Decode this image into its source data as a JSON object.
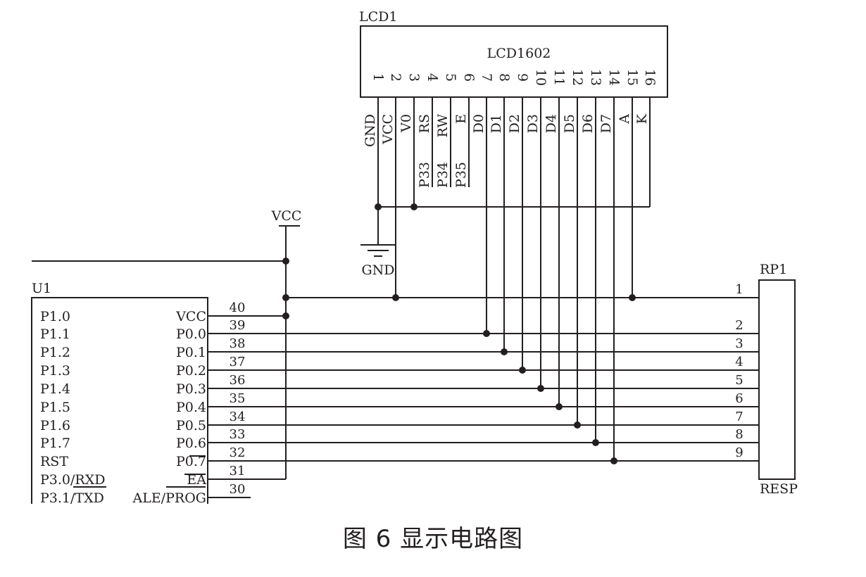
{
  "lcd": {
    "ref": "LCD1",
    "model": "LCD1602",
    "pin_numbers": [
      "1",
      "2",
      "3",
      "4",
      "5",
      "6",
      "7",
      "8",
      "9",
      "10",
      "11",
      "12",
      "13",
      "14",
      "15",
      "16"
    ],
    "pin_names": [
      "GND",
      "VCC",
      "V0",
      "RS",
      "RW",
      "E",
      "D0",
      "D1",
      "D2",
      "D3",
      "D4",
      "D5",
      "D6",
      "D7",
      "A",
      "K"
    ],
    "ctrl_labels": [
      "P33",
      "P34",
      "P35"
    ]
  },
  "power": {
    "vcc": "VCC",
    "gnd": "GND"
  },
  "mcu": {
    "ref": "U1",
    "left_pins": [
      "P1.0",
      "P1.1",
      "P1.2",
      "P1.3",
      "P1.4",
      "P1.5",
      "P1.6",
      "P1.7",
      "RST",
      "P3.0/RXD",
      "P3.1/TXD"
    ],
    "right_pins": [
      "VCC",
      "P0.0",
      "P0.1",
      "P0.2",
      "P0.3",
      "P0.4",
      "P0.5",
      "P0.6",
      "P0.7",
      "EA",
      "ALE/PROG"
    ],
    "right_pin_numbers": [
      "40",
      "39",
      "38",
      "37",
      "36",
      "35",
      "34",
      "33",
      "32",
      "31",
      "30"
    ]
  },
  "resistor_pack": {
    "ref": "RP1",
    "value": "RESP",
    "pin_numbers": [
      "1",
      "2",
      "3",
      "4",
      "5",
      "6",
      "7",
      "8",
      "9"
    ]
  },
  "caption": "图 6   显示电路图"
}
